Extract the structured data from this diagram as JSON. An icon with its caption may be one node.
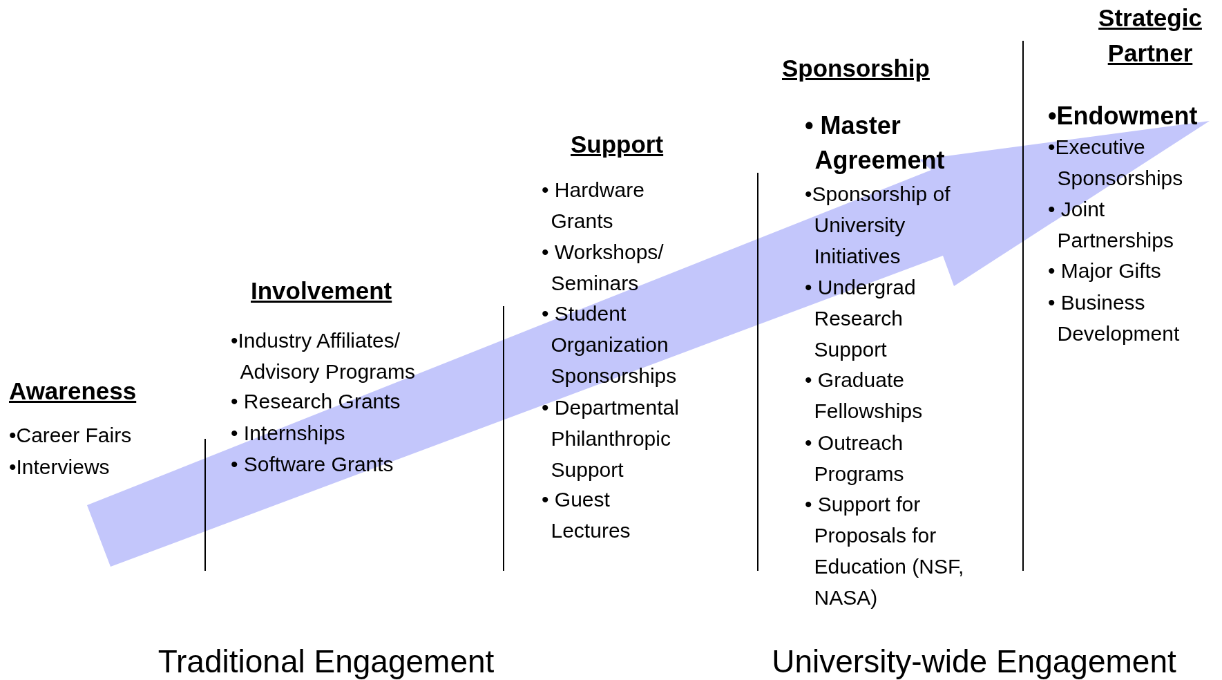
{
  "diagram": {
    "labels": [
      "Awareness",
      "•Career Fairs",
      "•Interviews",
      "Involvement",
      "•Industry Affiliates/ Advisory Programs",
      "• Research Grants",
      "• Internships",
      "• Software Grants",
      "Support",
      "• Hardware Grants",
      "• Workshops/ Seminars",
      "• Student Organization Sponsorships",
      "• Departmental Philanthropic Support",
      "• Guest Lectures",
      "Sponsorship",
      "• Master Agreement",
      "•Sponsorship of University Initiatives",
      "• Undergrad Research Support",
      "• Graduate Fellowships",
      "• Outreach Programs",
      "• Support for Proposals for Education (NSF, NASA)",
      "Strategic Partner",
      "•Endowment",
      "•Executive Sponsorships",
      "• Joint Partnerships",
      "• Major Gifts",
      "• Business Development",
      "Traditional Engagement",
      "University-wide Engagement"
    ]
  }
}
